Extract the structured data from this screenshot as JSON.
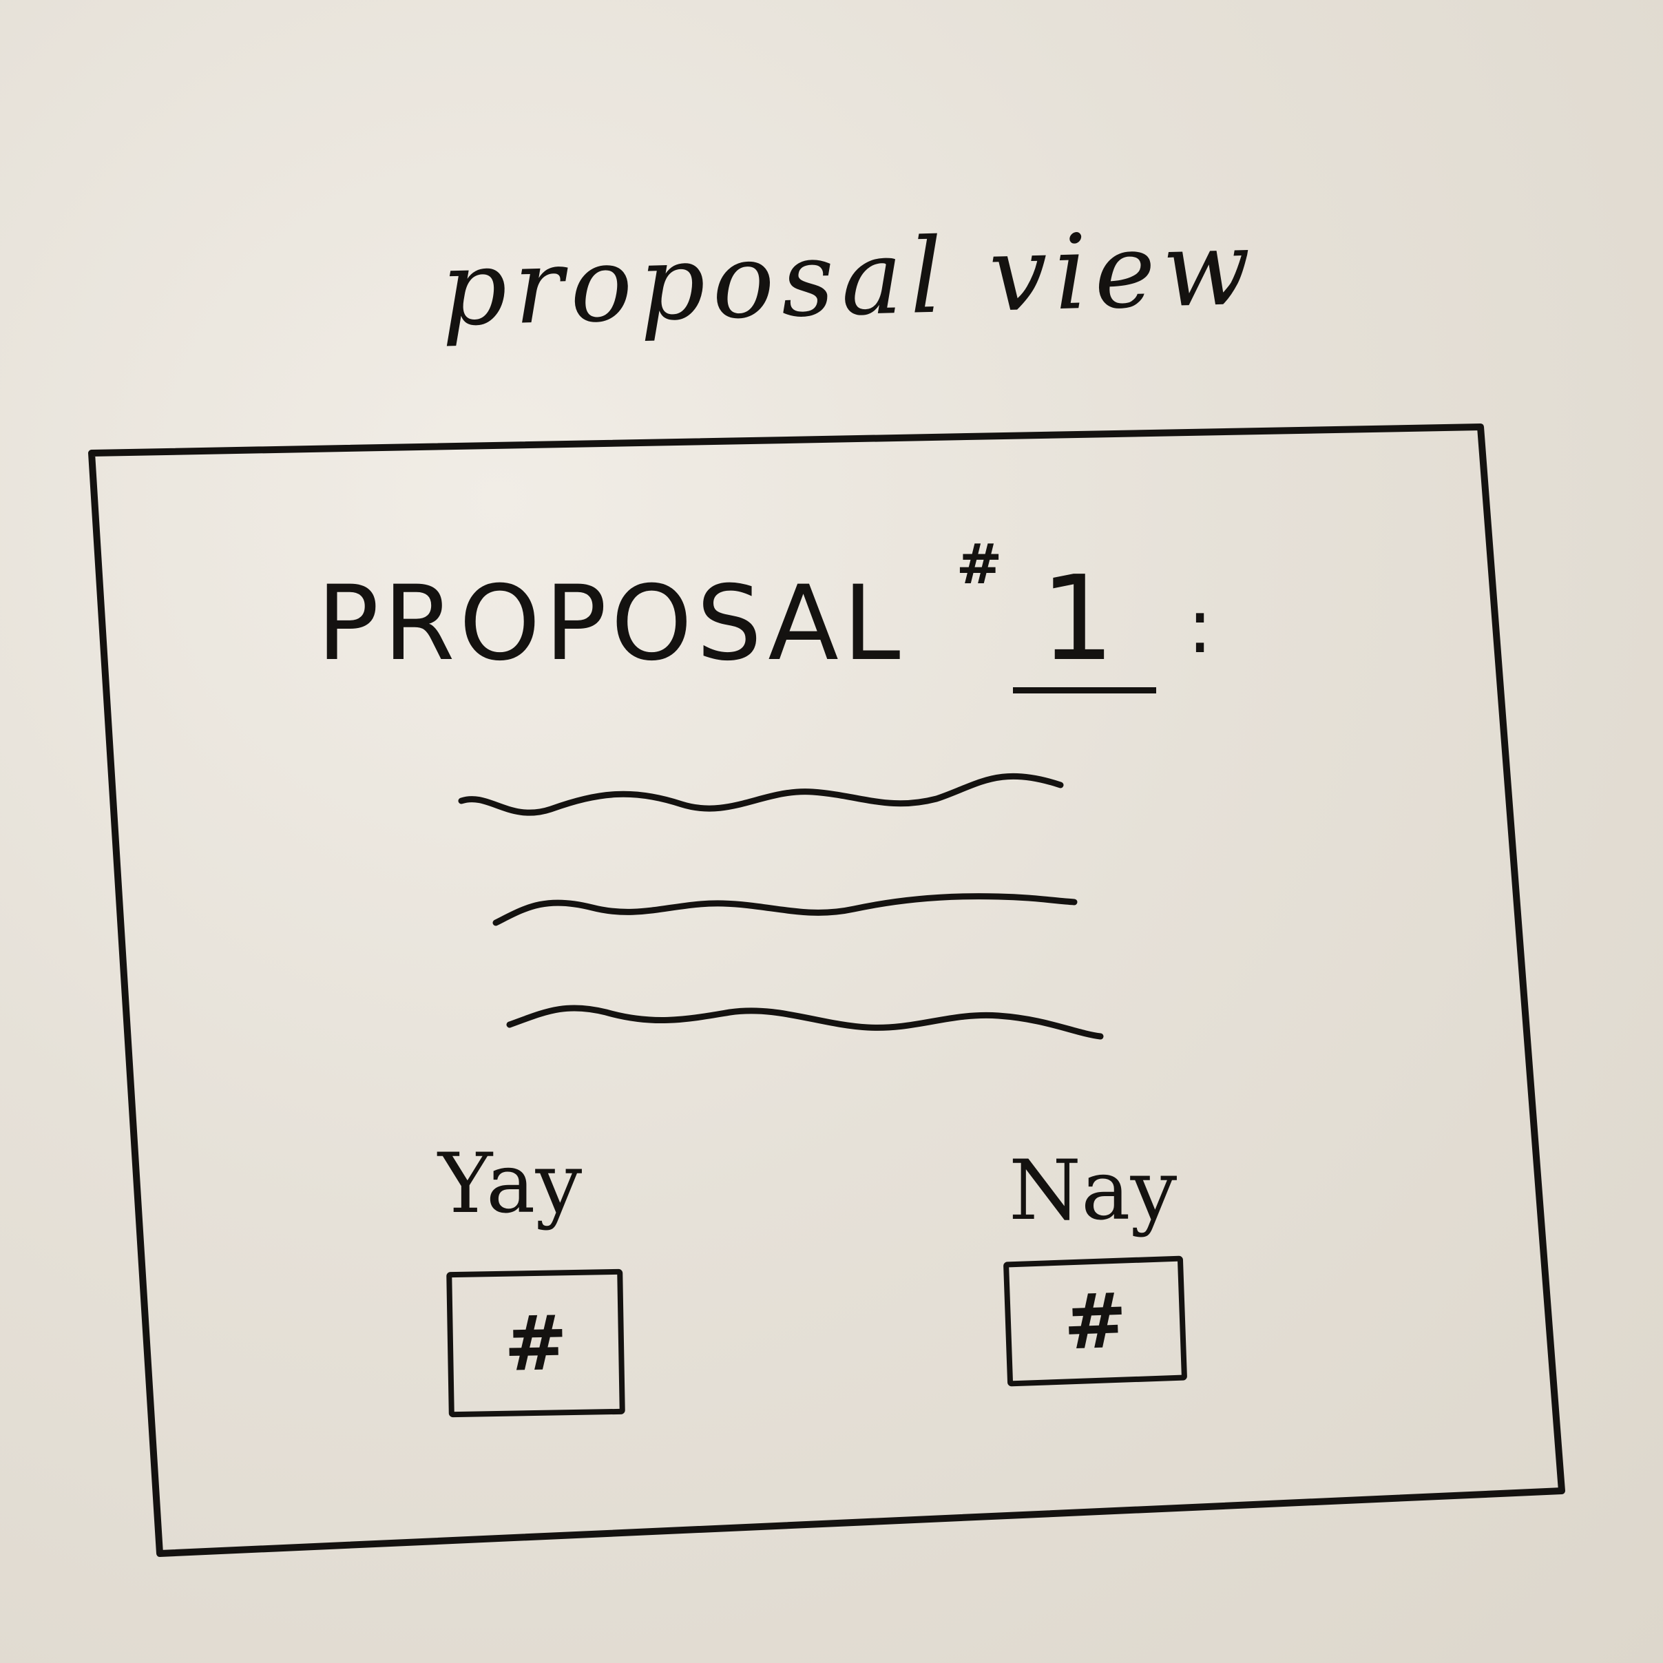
{
  "board": {
    "title": "proposal view"
  },
  "proposal": {
    "label": "PROPOSAL",
    "hash": "#",
    "number": "1",
    "colon": ":",
    "description_lines": 3
  },
  "votes": {
    "yay": {
      "label": "Yay",
      "count": "#"
    },
    "nay": {
      "label": "Nay",
      "count": "#"
    }
  }
}
